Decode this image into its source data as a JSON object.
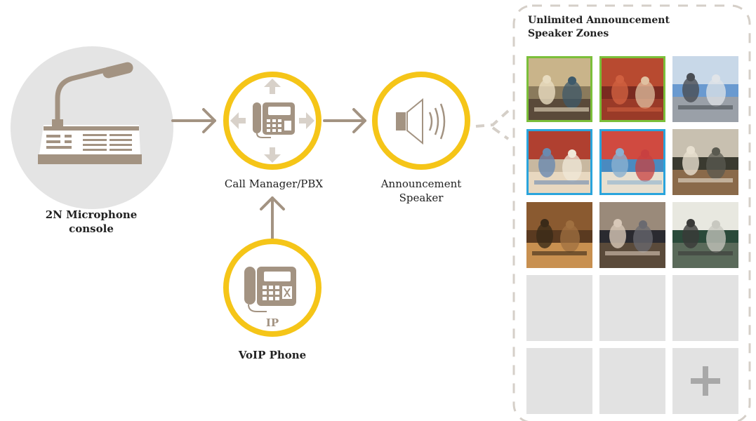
{
  "nodes": {
    "microphone_console": {
      "label_line1": "2N Microphone",
      "label_line2": "console"
    },
    "call_manager": {
      "label": "Call Manager/PBX"
    },
    "announcement_speaker": {
      "label_line1": "Announcement",
      "label_line2": "Speaker"
    },
    "voip_phone": {
      "label": "VoIP Phone",
      "badge": "IP"
    }
  },
  "zones": {
    "title_line1": "Unlimited Announcement",
    "title_line2": "Speaker Zones",
    "tiles": [
      {
        "name": "zone-classroom-1",
        "kind": "photo",
        "border": "green",
        "scene": "classroom"
      },
      {
        "name": "zone-gym-court",
        "kind": "photo",
        "border": "green",
        "scene": "court"
      },
      {
        "name": "zone-building-exterior",
        "kind": "photo",
        "border": "none",
        "scene": "building"
      },
      {
        "name": "zone-classroom-2",
        "kind": "photo",
        "border": "blue",
        "scene": "classroom2"
      },
      {
        "name": "zone-cafeteria",
        "kind": "photo",
        "border": "blue",
        "scene": "cafeteria"
      },
      {
        "name": "zone-library",
        "kind": "photo",
        "border": "none",
        "scene": "library"
      },
      {
        "name": "zone-gymnasium",
        "kind": "photo",
        "border": "none",
        "scene": "gym"
      },
      {
        "name": "zone-hallway",
        "kind": "photo",
        "border": "none",
        "scene": "hallway"
      },
      {
        "name": "zone-classroom-3",
        "kind": "photo",
        "border": "none",
        "scene": "classroom3"
      },
      {
        "name": "zone-empty-1",
        "kind": "empty"
      },
      {
        "name": "zone-empty-2",
        "kind": "empty"
      },
      {
        "name": "zone-empty-3",
        "kind": "empty"
      },
      {
        "name": "zone-empty-4",
        "kind": "empty"
      },
      {
        "name": "zone-empty-5",
        "kind": "empty"
      },
      {
        "name": "zone-add",
        "kind": "add"
      }
    ]
  },
  "colors": {
    "ring": "#f5c518",
    "arrow": "#a39382",
    "icon": "#a39382",
    "console_bg": "#e4e4e4",
    "tile_empty": "#e2e2e2",
    "tile_border_green": "#7bbf3a",
    "tile_border_blue": "#2aa4dc",
    "dash": "#d5cfc8"
  }
}
